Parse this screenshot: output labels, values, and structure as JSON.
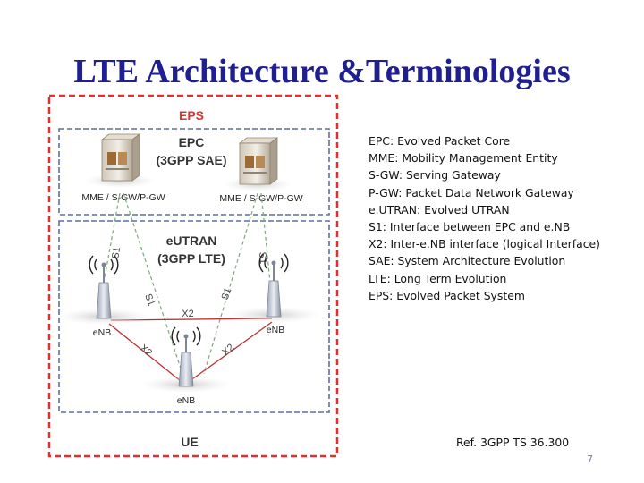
{
  "slide": {
    "title": "LTE Architecture &Terminologies",
    "reference": "Ref. 3GPP TS 36.300",
    "page_number": "7"
  },
  "diagram": {
    "eps_label": "EPS",
    "epc_label": "EPC",
    "epc_sublabel": "(3GPP SAE)",
    "eutran_label": "eUTRAN",
    "eutran_sublabel": "(3GPP LTE)",
    "ue_label": "UE",
    "gateway_left_label": "MME / S-GW/P-GW",
    "gateway_right_label": "MME / S-GW/P-GW",
    "enb_left_label": "eNB",
    "enb_right_label": "eNB",
    "enb_bottom_label": "eNB",
    "s1_left_outer": "S1",
    "s1_left_inner": "S1",
    "s1_right_inner": "S1",
    "s1_right_outer": "S1",
    "x2_top": "X2",
    "x2_left": "X2",
    "x2_right": "X2",
    "colors": {
      "eps_border": "#e03030",
      "epc_border": "#5a6fa8",
      "title": "#1f1f8f",
      "s1_line": "#7aa97a",
      "x2_line": "#c03030"
    }
  },
  "definitions": [
    "EPC: Evolved Packet Core",
    "MME: Mobility Management Entity",
    "S-GW: Serving Gateway",
    "P-GW: Packet Data Network Gateway",
    "e.UTRAN: Evolved UTRAN",
    "S1: Interface between EPC and e.NB",
    "X2: Inter-e.NB interface (logical Interface)",
    "SAE: System Architecture Evolution",
    "LTE: Long Term Evolution",
    "EPS: Evolved Packet System"
  ]
}
